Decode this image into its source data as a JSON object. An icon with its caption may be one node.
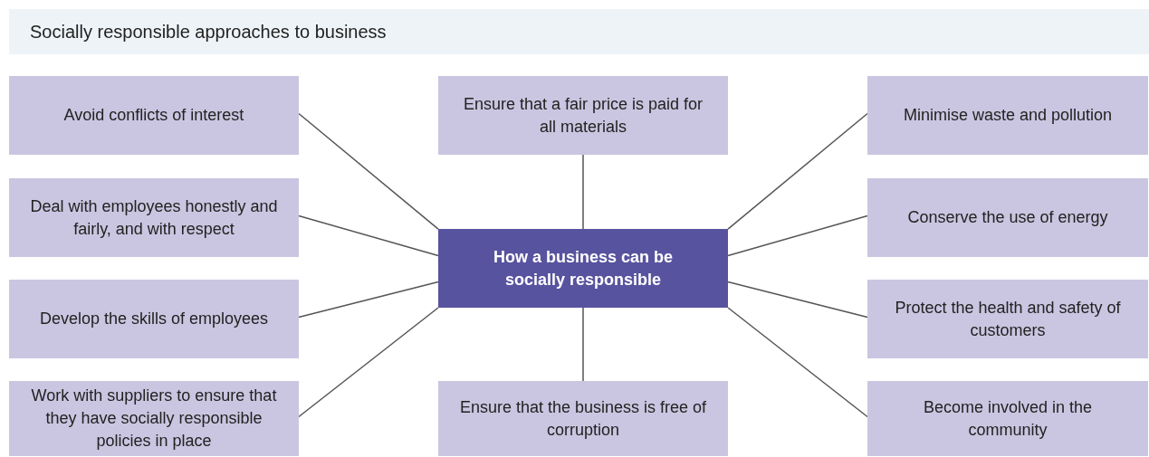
{
  "diagram": {
    "title": "Socially responsible approaches to business",
    "nodes": [
      {
        "text": [
          "Avoid conflicts of interest"
        ]
      },
      {
        "text": [
          "Ensure that a fair price is paid for all materials"
        ]
      },
      {
        "text": [
          "Minimise waste and pollution"
        ]
      },
      {
        "text": [
          "Deal with employees honestly and fairly, and with respect"
        ]
      },
      {
        "text": [
          "How a business can be socially responsible"
        ]
      },
      {
        "text": [
          "Conserve the use of energy"
        ]
      },
      {
        "text": [
          "Develop the skills of employees"
        ]
      },
      {
        "text": [
          "Protect the health and safety of customers"
        ]
      },
      {
        "text": [
          "Work with suppliers to ensure that they have socially responsible policies in place"
        ]
      },
      {
        "text": [
          "Ensure that the business is free of corruption"
        ]
      },
      {
        "text": [
          "Become involved in the community"
        ]
      }
    ],
    "edges": [
      {
        "from": 4,
        "to": 0,
        "arrow": "none"
      },
      {
        "from": 4,
        "to": 1,
        "arrow": "none"
      },
      {
        "from": 4,
        "to": 2,
        "arrow": "none"
      },
      {
        "from": 4,
        "to": 3,
        "arrow": "none"
      },
      {
        "from": 4,
        "to": 5,
        "arrow": "none"
      },
      {
        "from": 4,
        "to": 6,
        "arrow": "none"
      },
      {
        "from": 4,
        "to": 7,
        "arrow": "none"
      },
      {
        "from": 4,
        "to": 8,
        "arrow": "none"
      },
      {
        "from": 4,
        "to": 9,
        "arrow": "none"
      },
      {
        "from": 4,
        "to": 10,
        "arrow": "none"
      }
    ]
  }
}
